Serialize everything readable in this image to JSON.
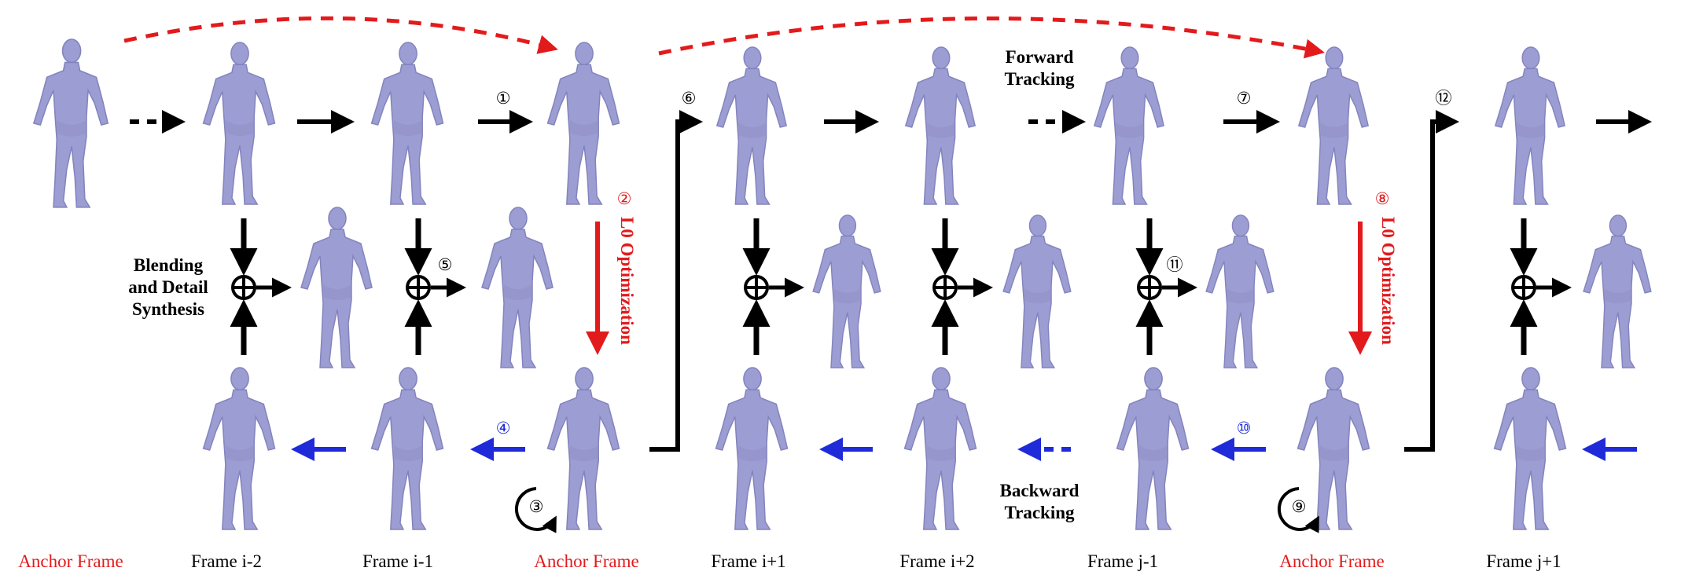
{
  "frame_labels": [
    {
      "text": "Anchor Frame",
      "anchor": true
    },
    {
      "text": "Frame i-2",
      "anchor": false
    },
    {
      "text": "Frame i-1",
      "anchor": false
    },
    {
      "text": "Anchor Frame",
      "anchor": true
    },
    {
      "text": "Frame i+1",
      "anchor": false
    },
    {
      "text": "Frame i+2",
      "anchor": false
    },
    {
      "text": "Frame j-1",
      "anchor": false
    },
    {
      "text": "Anchor Frame",
      "anchor": true
    },
    {
      "text": "Frame j+1",
      "anchor": false
    }
  ],
  "annotations": {
    "blending_line1": "Blending",
    "blending_line2": "and Detail",
    "blending_line3": "Synthesis",
    "forward_line1": "Forward",
    "forward_line2": "Tracking",
    "backward_line1": "Backward",
    "backward_line2": "Tracking",
    "l0_optimization_1": "L0 Optimization",
    "l0_optimization_2": "L0 Optimization"
  },
  "step_markers": [
    {
      "label": "①",
      "color": "black"
    },
    {
      "label": "②",
      "color": "red"
    },
    {
      "label": "③",
      "color": "black"
    },
    {
      "label": "④",
      "color": "blue"
    },
    {
      "label": "⑤",
      "color": "black"
    },
    {
      "label": "⑥",
      "color": "black"
    },
    {
      "label": "⑦",
      "color": "black"
    },
    {
      "label": "⑧",
      "color": "red"
    },
    {
      "label": "⑨",
      "color": "black"
    },
    {
      "label": "⑩",
      "color": "blue"
    },
    {
      "label": "⑪",
      "color": "black"
    },
    {
      "label": "⑫",
      "color": "black"
    }
  ],
  "colors": {
    "red": "#e31a1c",
    "blue": "#1f2bd9",
    "black": "#000000",
    "figure": "#9c9dd2"
  }
}
